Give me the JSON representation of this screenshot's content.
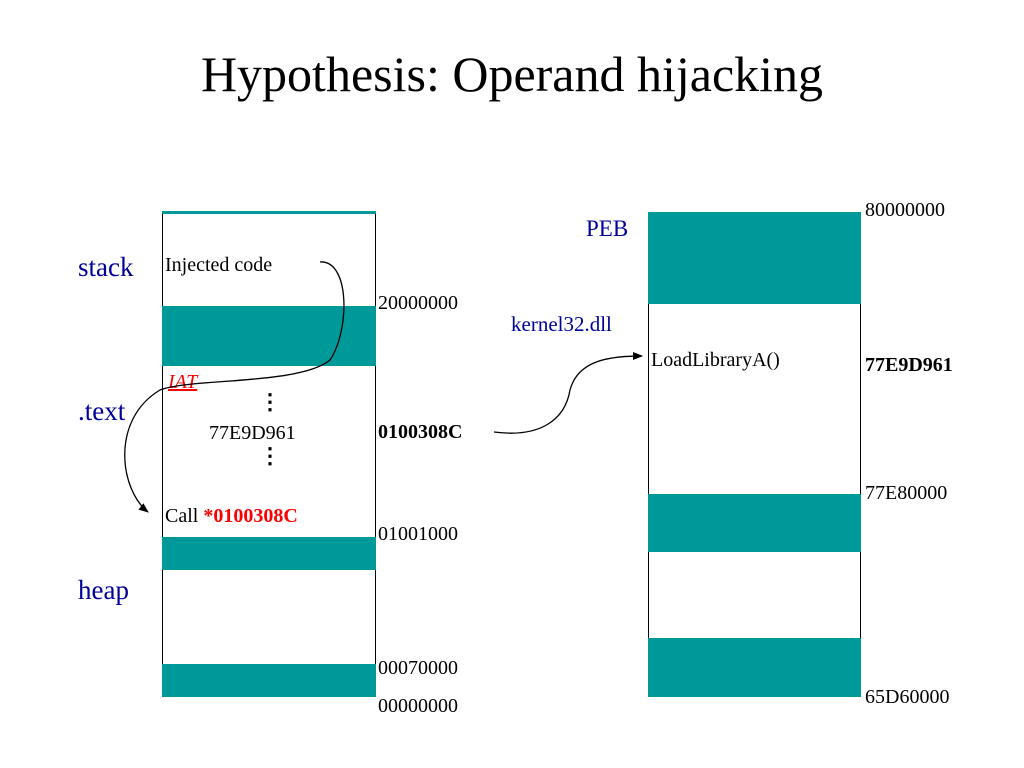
{
  "slide": {
    "title": "Hypothesis: Operand hijacking"
  },
  "left_memory": {
    "regions": {
      "stack": "stack",
      "text": ".text",
      "heap": "heap"
    },
    "cells": {
      "injected_code": "Injected code",
      "iat": "IAT",
      "iat_value": "77E9D961",
      "call_prefix": "Call",
      "call_target": "*0100308C",
      "dots": "⋮"
    },
    "addresses": {
      "a1": "20000000",
      "a2": "0100308C",
      "a3": "01001000",
      "a4": "00070000",
      "a5": "00000000"
    }
  },
  "right_memory": {
    "regions": {
      "peb": "PEB",
      "kernel32": "kernel32.dll"
    },
    "cells": {
      "loadlibrary": "LoadLibraryA()"
    },
    "addresses": {
      "b1": "80000000",
      "b2": "77E9D961",
      "b3": "77E80000",
      "b4": "65D60000"
    }
  },
  "colors": {
    "teal": "#009999",
    "region_text": "#000099",
    "highlight": "#ff0000"
  }
}
